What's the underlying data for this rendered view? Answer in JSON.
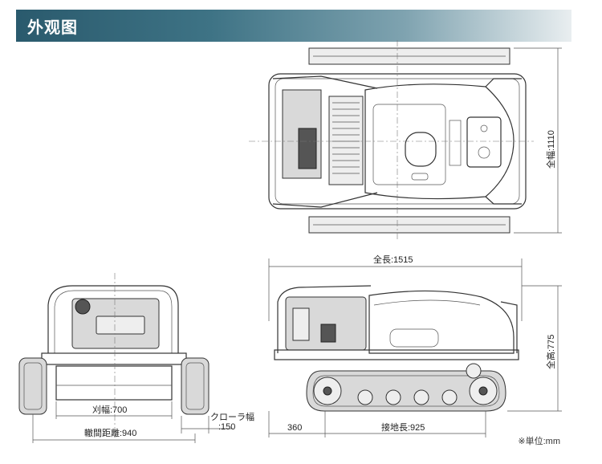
{
  "header": {
    "title": "外观图"
  },
  "dimensions": {
    "overall_width": "全幅:1110",
    "overall_length": "全長:1515",
    "overall_height": "全高:775",
    "cutting_width": "刈幅:700",
    "track_width": "クローラ幅",
    "track_width_value": ":150",
    "wheel_distance": "轍間距離:940",
    "front_offset": "360",
    "ground_length": "接地長:925"
  },
  "note": "※単位:mm",
  "colors": {
    "header_start": "#2a5a6d",
    "header_end": "#e9eef0"
  }
}
